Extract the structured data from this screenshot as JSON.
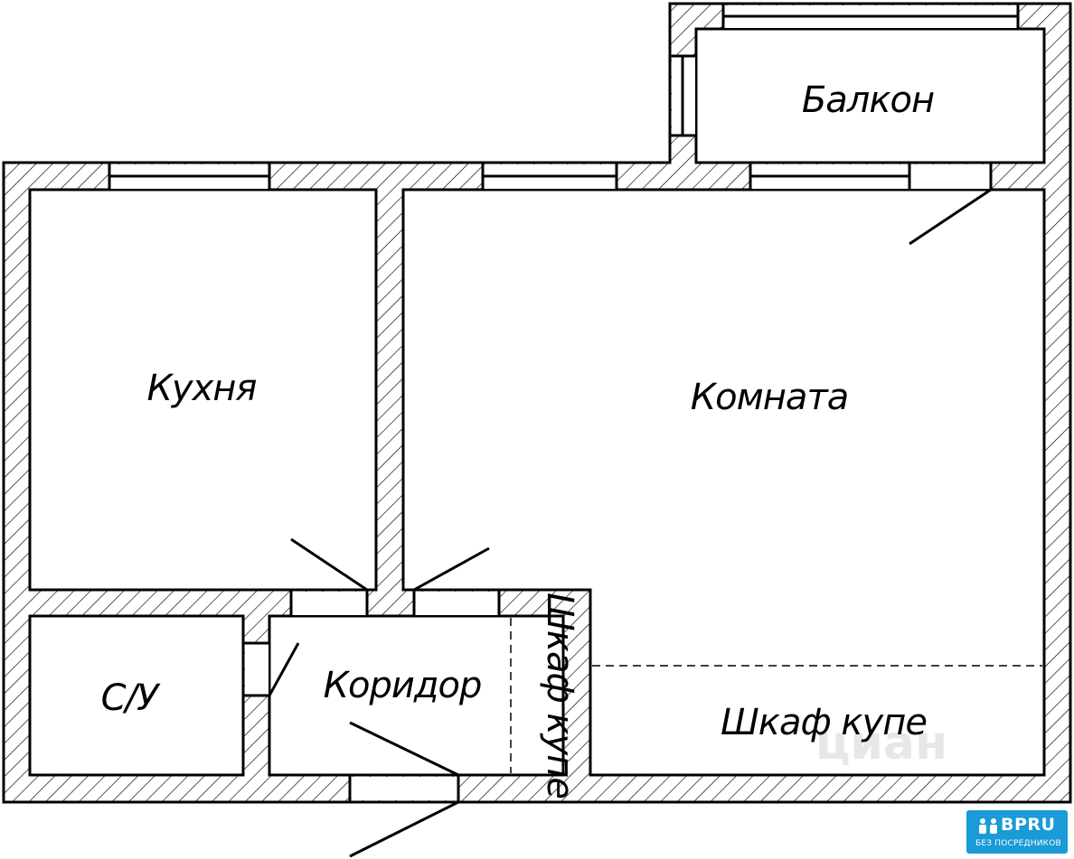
{
  "rooms": {
    "balcony": "Балкон",
    "kitchen": "Кухня",
    "living_room": "Комната",
    "bathroom": "С/У",
    "corridor": "Коридор",
    "wardrobe_corridor": "Шкаф купе",
    "wardrobe_room": "Шкаф купе"
  },
  "logo": {
    "name": "BPRU",
    "tagline": "БЕЗ ПОСРЕДНИКОВ",
    "color": "#1a9ad6"
  },
  "watermark": {
    "text": "циан"
  }
}
